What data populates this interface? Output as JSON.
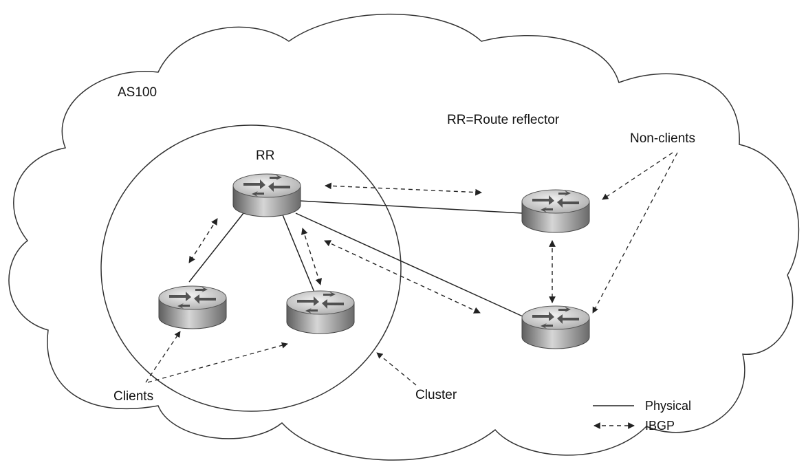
{
  "labels": {
    "as": "AS100",
    "rr_def": "RR=Route reflector",
    "rr": "RR",
    "non_clients": "Non-clients",
    "clients": "Clients",
    "cluster": "Cluster"
  },
  "legend": {
    "physical": "Physical",
    "ibgp": "IBGP"
  },
  "routers": [
    {
      "id": "rr",
      "role": "route-reflector"
    },
    {
      "id": "client-left",
      "role": "client"
    },
    {
      "id": "client-right",
      "role": "client"
    },
    {
      "id": "nonclient-top",
      "role": "non-client"
    },
    {
      "id": "nonclient-bottom",
      "role": "non-client"
    }
  ],
  "physical_links": [
    [
      "rr",
      "client-left"
    ],
    [
      "rr",
      "client-right"
    ],
    [
      "rr",
      "nonclient-top"
    ],
    [
      "rr",
      "nonclient-bottom"
    ]
  ],
  "ibgp_sessions": [
    [
      "rr",
      "client-left"
    ],
    [
      "rr",
      "client-right"
    ],
    [
      "rr",
      "nonclient-top"
    ],
    [
      "rr",
      "nonclient-bottom"
    ],
    [
      "nonclient-top",
      "nonclient-bottom"
    ]
  ],
  "colors": {
    "line": "#222222",
    "router_body": "#9a9a9a",
    "router_top": "#c8c8c8"
  }
}
